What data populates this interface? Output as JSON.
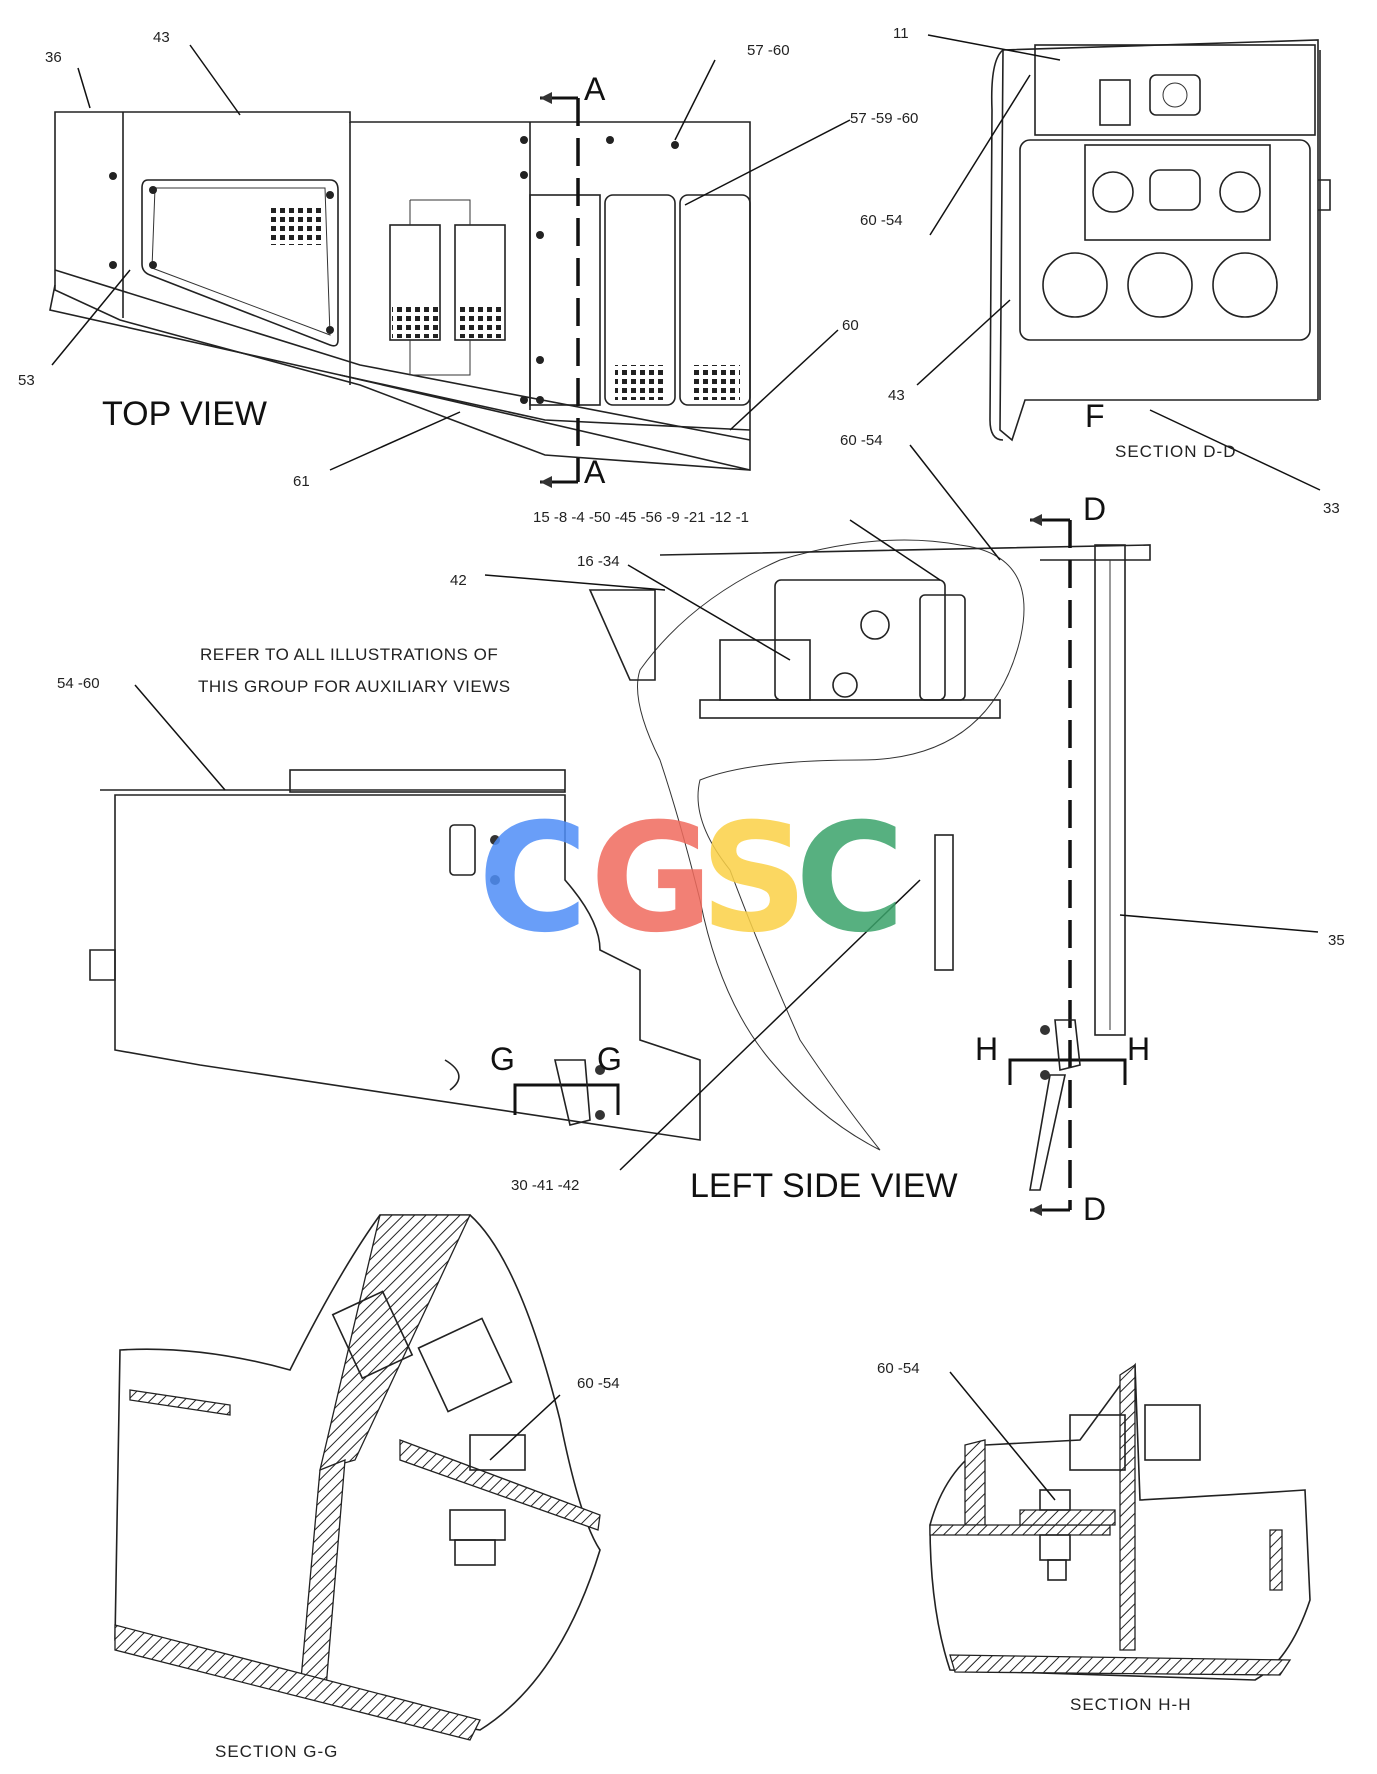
{
  "callouts": {
    "c36": "36",
    "c43_top": "43",
    "c57_60": "57 -60",
    "c57_59_60": "57 -59 -60",
    "c53": "53",
    "c60_top": "60",
    "c61": "61",
    "c11": "11",
    "c60_54_dd": "60 -54",
    "c43_dd": "43",
    "c33": "33",
    "c60_54_side": "60 -54",
    "c15_group": "15 -8 -4 -50 -45 -56 -9 -21 -12 -1",
    "c16_34": "16 -34",
    "c42": "42",
    "c54_60": "54 -60",
    "c35": "35",
    "c30_41_42": "30 -41 -42",
    "c60_54_gg": "60 -54",
    "c60_54_hh": "60 -54"
  },
  "views": {
    "top_view": "TOP VIEW",
    "left_side_view": "LEFT SIDE VIEW",
    "section_dd": "SECTION D-D",
    "section_gg": "SECTION G-G",
    "section_hh": "SECTION H-H"
  },
  "section_markers": {
    "a_top": "A",
    "a_bottom": "A",
    "d_top": "D",
    "d_bottom": "D",
    "f": "F",
    "g_left": "G",
    "g_right": "G",
    "h_left": "H",
    "h_right": "H"
  },
  "note": {
    "line1": "REFER TO ALL ILLUSTRATIONS OF",
    "line2": "THIS GROUP FOR AUXILIARY VIEWS"
  },
  "watermark": {
    "letters": [
      "C",
      "G",
      "S",
      "C"
    ],
    "colors": [
      "#4f8ef7",
      "#f06b5d",
      "#fbd146",
      "#3aa36a"
    ]
  }
}
